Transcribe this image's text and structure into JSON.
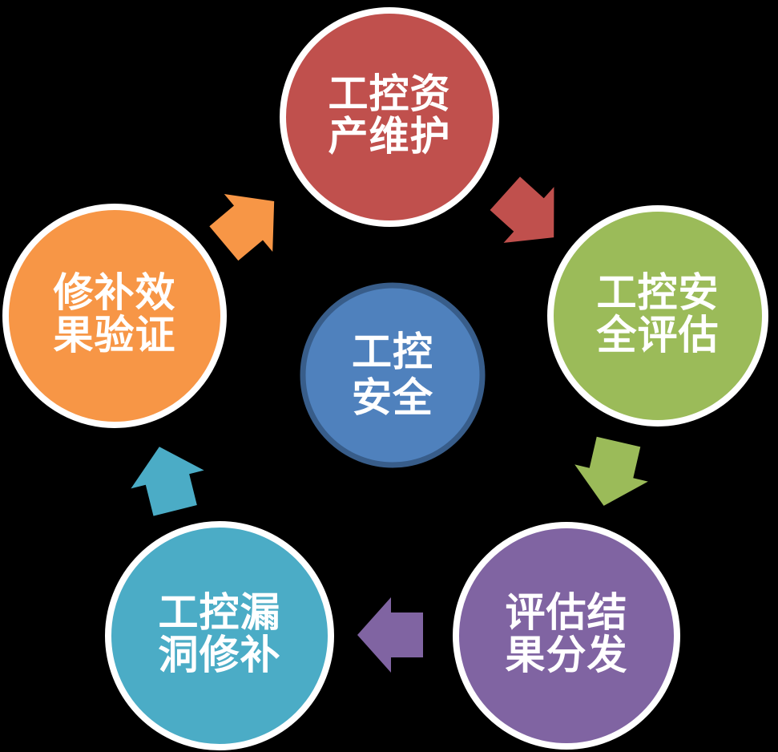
{
  "canvas": {
    "background": "#000000",
    "ring_color": "#FFFFFF",
    "text_color": "#FFFFFF"
  },
  "center": {
    "label": "工控安全",
    "line1": "工控",
    "line2": "安全",
    "fill": "#4F81BD",
    "border": "#385D8A"
  },
  "nodes": [
    {
      "key": "asset-maintenance",
      "label": "工控资产维护",
      "line1": "工控资",
      "line2": "产维护",
      "color": "#C0504D"
    },
    {
      "key": "security-assessment",
      "label": "工控安全评估",
      "line1": "工控安",
      "line2": "全评估",
      "color": "#9BBB59"
    },
    {
      "key": "result-distribution",
      "label": "评估结果分发",
      "line1": "评估结",
      "line2": "果分发",
      "color": "#8064A2"
    },
    {
      "key": "vulnerability-patching",
      "label": "工控漏洞修补",
      "line1": "工控漏",
      "line2": "洞修补",
      "color": "#4BACC6"
    },
    {
      "key": "patch-verification",
      "label": "修补效果验证",
      "line1": "修补效",
      "line2": "果验证",
      "color": "#F79646"
    }
  ],
  "arrows": [
    {
      "from": "patch-verification",
      "to": "asset-maintenance",
      "color": "#F79646"
    },
    {
      "from": "asset-maintenance",
      "to": "security-assessment",
      "color": "#C0504D"
    },
    {
      "from": "security-assessment",
      "to": "result-distribution",
      "color": "#9BBB59"
    },
    {
      "from": "result-distribution",
      "to": "vulnerability-patching",
      "color": "#8064A2"
    },
    {
      "from": "vulnerability-patching",
      "to": "patch-verification",
      "color": "#4BACC6"
    }
  ]
}
